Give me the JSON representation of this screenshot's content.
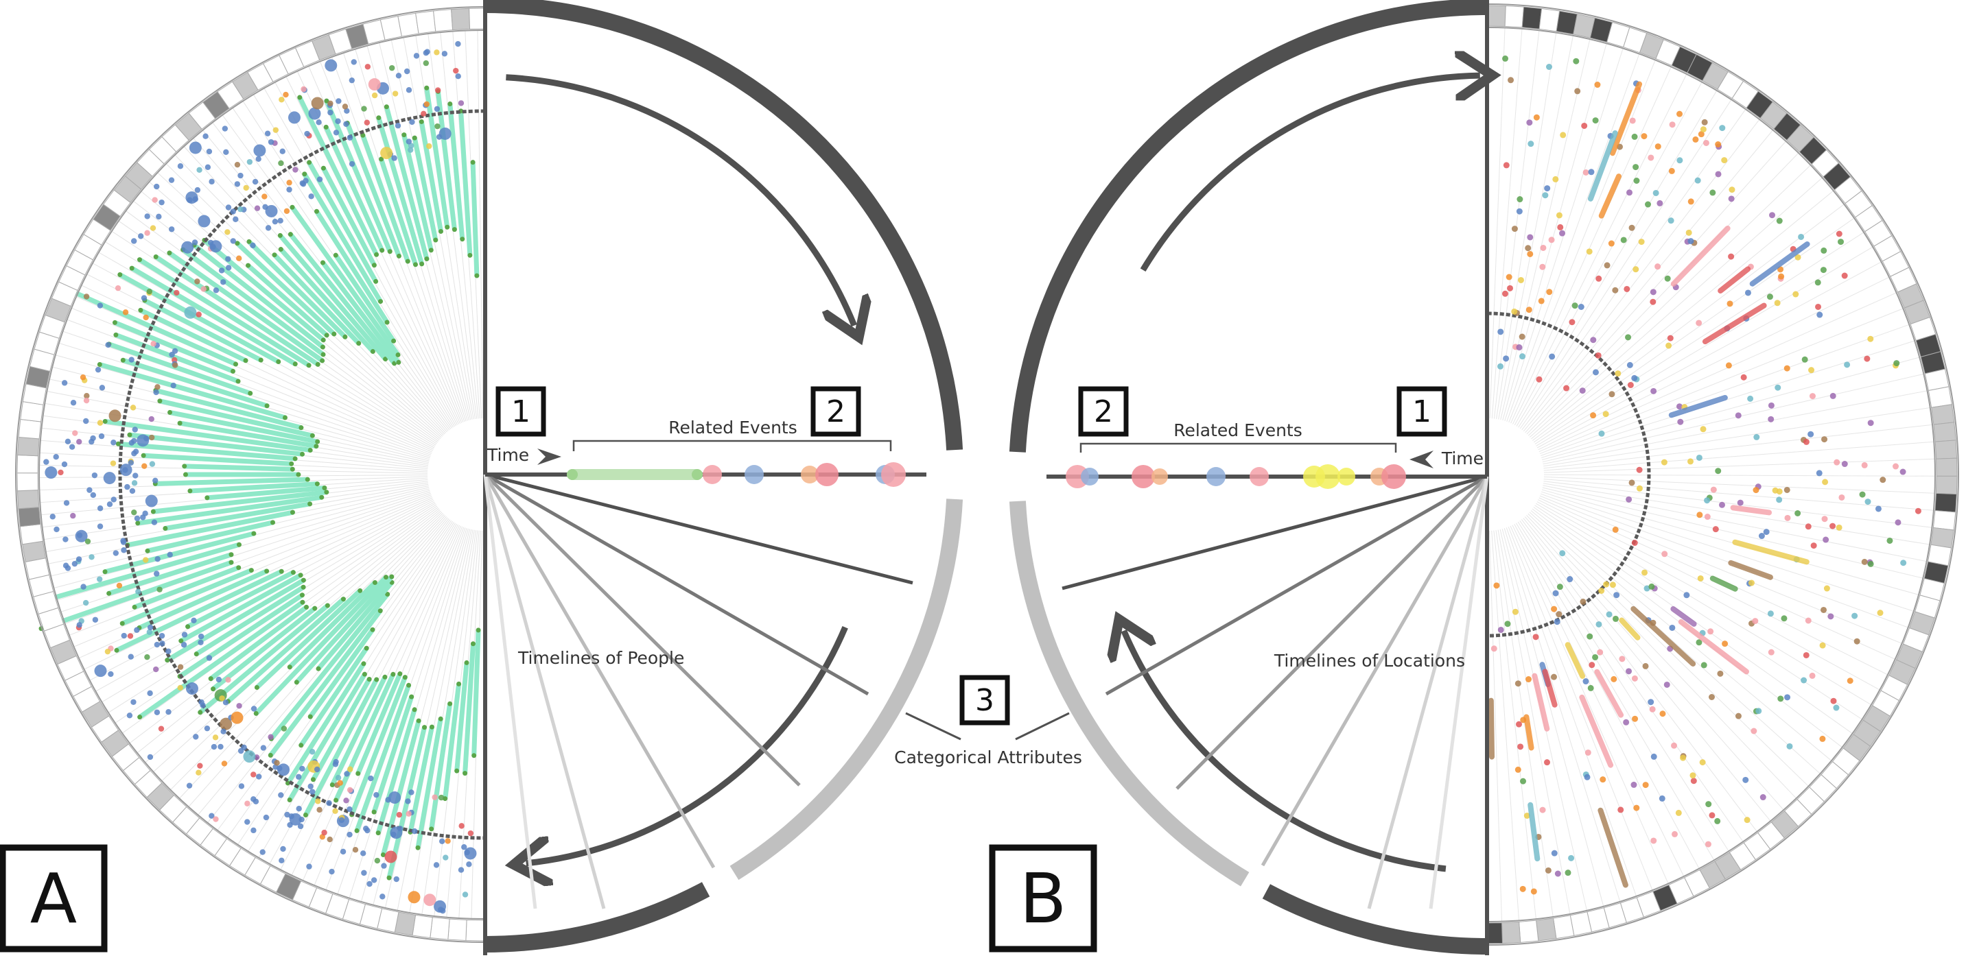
{
  "panels": {
    "a": {
      "letter": "A"
    },
    "b": {
      "letter": "B"
    }
  },
  "callouts": {
    "time": "Time",
    "related_events": "Related Events",
    "timelines_people": "Timelines of People",
    "timelines_locations": "Timelines of Locations",
    "categorical_attributes": "Categorical Attributes",
    "marker_time": "1",
    "marker_related": "2",
    "marker_categorical": "3"
  },
  "colors": {
    "ring_dark": "#505050",
    "ring_light": "#c0c0c0",
    "bar_fill": "#8fe8c8",
    "bar_tip": "#5aa64a",
    "dot_blue": "#5b84c4",
    "dot_orange": "#f28e2c",
    "dot_green": "#59a14f",
    "dot_red": "#e15759",
    "dot_pink": "#f4a0a8",
    "dot_purple": "#9c6ab0",
    "dot_yellow": "#ebcb4a",
    "dot_cyan": "#6fb8c8",
    "dot_brown": "#a67c52"
  },
  "legend_events_left": [
    "green-span",
    "pink",
    "blue",
    "orange",
    "pink",
    "blue",
    "pink"
  ],
  "legend_events_right": [
    "pink",
    "blue",
    "pink",
    "orange",
    "blue",
    "pink",
    "yellow",
    "yellow",
    "orange",
    "pink"
  ]
}
